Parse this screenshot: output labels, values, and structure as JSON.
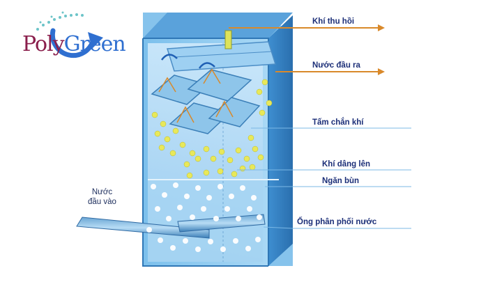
{
  "logo": {
    "text_part1": "Poly",
    "text_part2": "Green",
    "accent_color": "#2f6fd0",
    "brand_color": "#8a1f4c"
  },
  "labels": {
    "gas_collect": "Khí thu hồi",
    "water_out": "Nước đầu ra",
    "gas_baffle": "Tấm chắn khí",
    "gas_rising": "Khí dâng lên",
    "sludge_tank": "Ngăn bùn",
    "distribution_pipe": "Ống phân phối nước",
    "inlet_line1": "Nước",
    "inlet_line2": "đầu vào"
  },
  "colors": {
    "tank_blue": "#5fa9de",
    "tank_dark": "#2f77b6",
    "bubble_yellow": "#e8e85a",
    "arrow_orange": "#d9892a"
  }
}
